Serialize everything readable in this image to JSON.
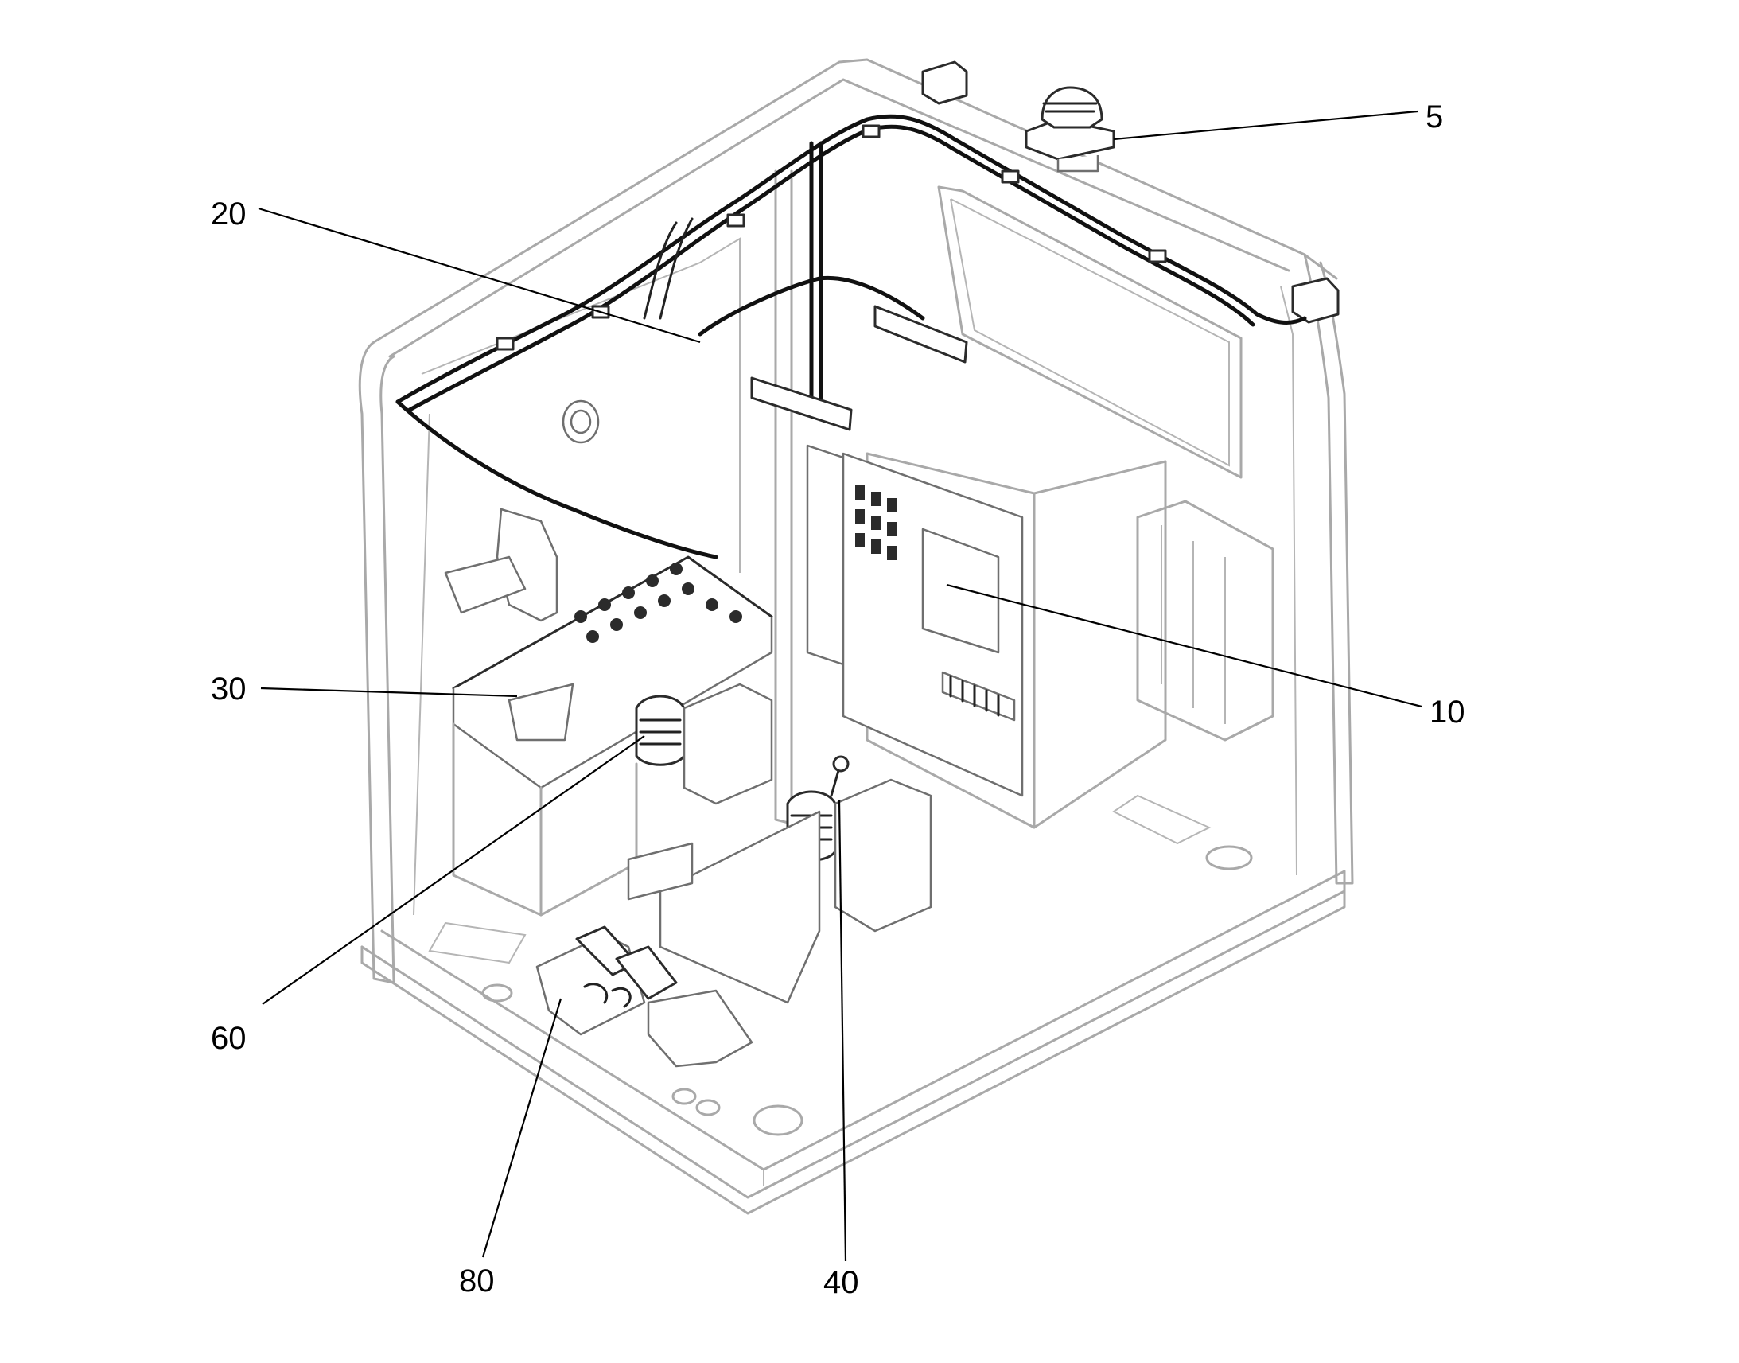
{
  "diagram": {
    "callouts": [
      {
        "id": "5",
        "label": "5"
      },
      {
        "id": "10",
        "label": "10"
      },
      {
        "id": "20",
        "label": "20"
      },
      {
        "id": "30",
        "label": "30"
      },
      {
        "id": "40",
        "label": "40"
      },
      {
        "id": "60",
        "label": "60"
      },
      {
        "id": "80",
        "label": "80"
      }
    ]
  }
}
